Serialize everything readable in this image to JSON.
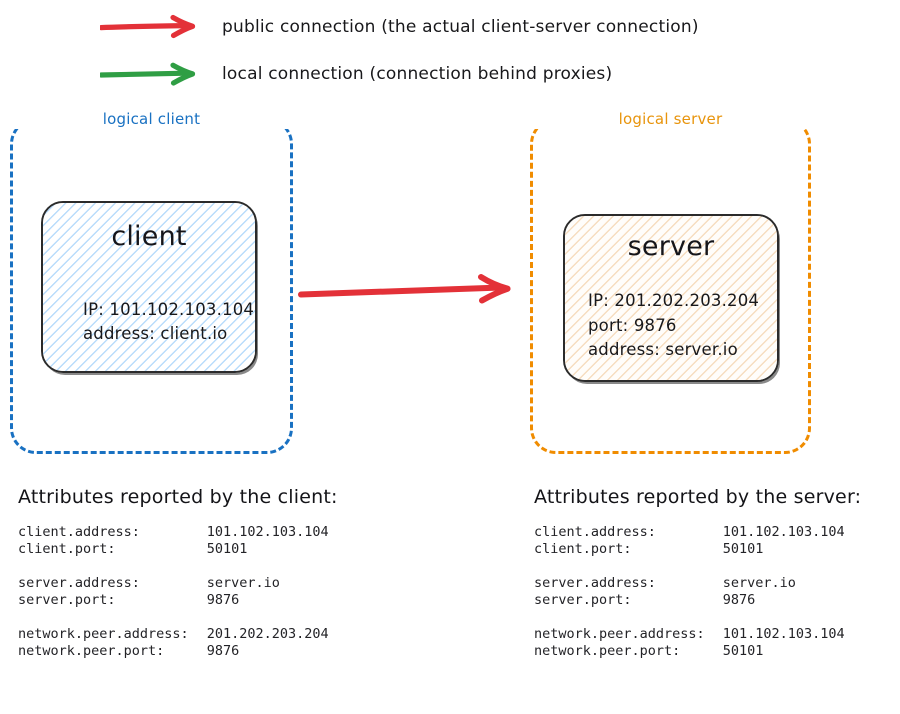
{
  "legend": {
    "items": [
      {
        "arrow_color": "#e33138",
        "icon": "arrow-right-icon",
        "label": "public connection (the actual client-server connection)"
      },
      {
        "arrow_color": "#2f9e44",
        "icon": "arrow-right-icon",
        "label": "local connection (connection behind proxies)"
      }
    ]
  },
  "diagram": {
    "client_group": {
      "caption": "logical client",
      "border_color": "#1971c2",
      "node": {
        "title": "client",
        "hatch_color": "#b9dcfb",
        "props": [
          "IP: 101.102.103.104",
          "address: client.io"
        ]
      }
    },
    "server_group": {
      "caption": "logical server",
      "border_color": "#f08c00",
      "node": {
        "title": "server",
        "hatch_color": "#f6ddc0",
        "props": [
          "IP: 201.202.203.204",
          "port: 9876",
          "address: server.io"
        ]
      }
    },
    "connection_arrow": {
      "icon": "arrow-right-icon",
      "color": "#e33138",
      "kind": "public connection"
    }
  },
  "attributes": {
    "client_report": {
      "heading": "Attributes reported by the client:",
      "groups": [
        [
          {
            "key": "client.address:",
            "value": "101.102.103.104"
          },
          {
            "key": "client.port:",
            "value": "50101"
          }
        ],
        [
          {
            "key": "server.address:",
            "value": "server.io"
          },
          {
            "key": "server.port:",
            "value": "9876"
          }
        ],
        [
          {
            "key": "network.peer.address:",
            "value": "201.202.203.204"
          },
          {
            "key": "network.peer.port:",
            "value": "9876"
          }
        ]
      ]
    },
    "server_report": {
      "heading": "Attributes reported by the server:",
      "groups": [
        [
          {
            "key": "client.address:",
            "value": "101.102.103.104"
          },
          {
            "key": "client.port:",
            "value": "50101"
          }
        ],
        [
          {
            "key": "server.address:",
            "value": "server.io"
          },
          {
            "key": "server.port:",
            "value": "9876"
          }
        ],
        [
          {
            "key": "network.peer.address:",
            "value": "101.102.103.104"
          },
          {
            "key": "network.peer.port:",
            "value": "50101"
          }
        ]
      ]
    }
  }
}
